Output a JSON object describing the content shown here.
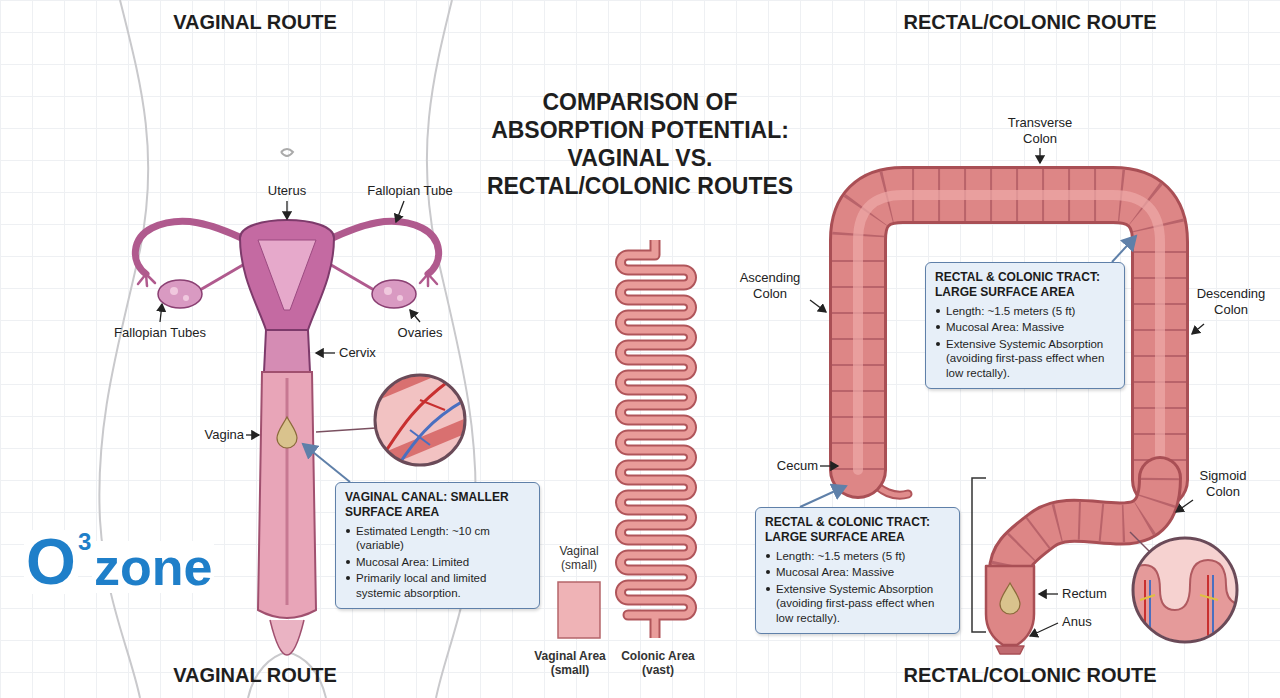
{
  "diagram": {
    "title": "COMPARISON OF ABSORPTION POTENTIAL: VAGINAL VS. RECTAL/COLONIC ROUTES",
    "nodes": [
      {
        "text": [
          "VAGINAL CANAL: SMALLER SURFACE AREA",
          "Estimated Length: ~10 cm (variable)",
          "Mucosal Area: Limited",
          "Primarily local and limited systemic absorption."
        ]
      },
      {
        "text": [
          "RECTAL & COLONIC TRACT: LARGE SURFACE AREA",
          "Length: ~1.5 meters (5 ft)",
          "Mucosal Area: Massive",
          "Extensive Systemic Absorption (avoiding first-pass effect when low rectally)."
        ]
      },
      {
        "text": [
          "RECTAL & COLONIC TRACT: LARGE SURFACE AREA",
          "Length: ~1.5 meters (5 ft)",
          "Mucosal Area: Massive",
          "Extensive Systemic Absorption (avoiding first-pass effect when low rectally)."
        ]
      }
    ],
    "labels": [
      "VAGINAL ROUTE",
      "RECTAL/COLONIC ROUTE",
      "Uterus",
      "Fallopian Tube",
      "Fallopian Tubes",
      "Ovaries",
      "Cervix",
      "Vagina",
      "O",
      "3",
      "zone",
      "Vaginal (small)",
      "Vaginal Area (small)",
      "Colonic Area (vast)",
      "Transverse Colon",
      "Ascending Colon",
      "Descending Colon",
      "Cecum",
      "Sigmoid Colon",
      "Rectum",
      "Anus",
      "VAGINAL ROUTE",
      "RECTAL/COLONIC ROUTE"
    ]
  }
}
